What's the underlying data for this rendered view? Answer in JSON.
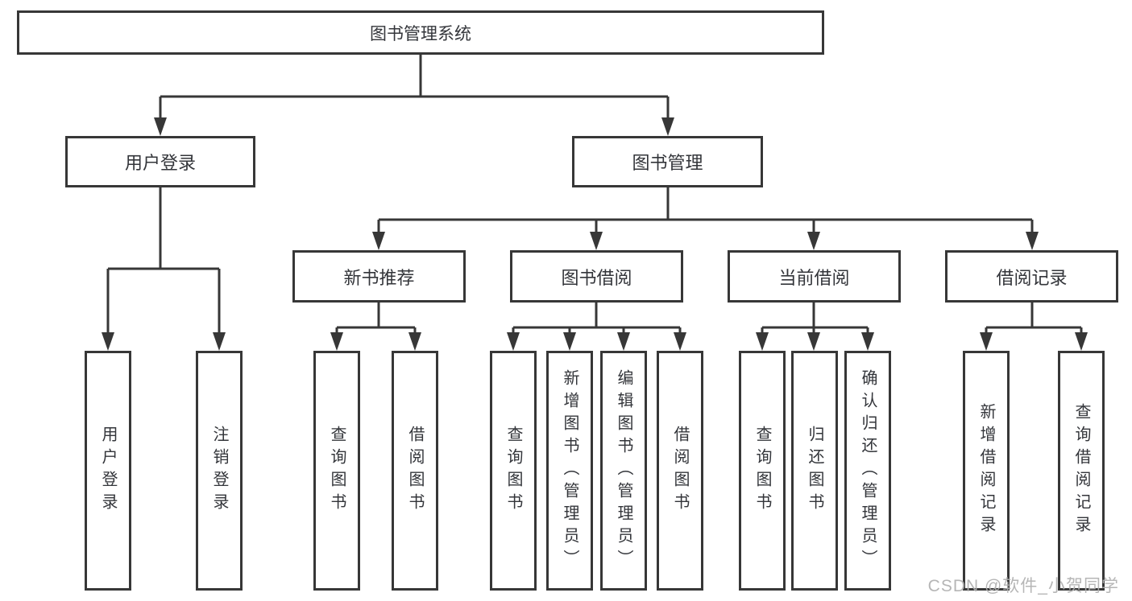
{
  "tree": {
    "label": "图书管理系统",
    "children": [
      {
        "label": "用户登录",
        "children": [
          {
            "label": "用户登录"
          },
          {
            "label": "注销登录"
          }
        ]
      },
      {
        "label": "图书管理",
        "children": [
          {
            "label": "新书推荐",
            "children": [
              {
                "label": "查询图书"
              },
              {
                "label": "借阅图书"
              }
            ]
          },
          {
            "label": "图书借阅",
            "children": [
              {
                "label": "查询图书"
              },
              {
                "label": "新增图书（管理员）"
              },
              {
                "label": "编辑图书（管理员）"
              },
              {
                "label": "借阅图书"
              }
            ]
          },
          {
            "label": "当前借阅",
            "children": [
              {
                "label": "查询图书"
              },
              {
                "label": "归还图书"
              },
              {
                "label": "确认归还（管理员）"
              }
            ]
          },
          {
            "label": "借阅记录",
            "children": [
              {
                "label": "新增借阅记录"
              },
              {
                "label": "查询借阅记录"
              }
            ]
          }
        ]
      }
    ]
  },
  "watermark": {
    "text": "CSDN @软件_小贺同学"
  },
  "colors": {
    "line": "#373737",
    "box_border": "#373737",
    "text": "#33353a",
    "background": "#ffffff",
    "watermark": "#b0b0b0"
  }
}
